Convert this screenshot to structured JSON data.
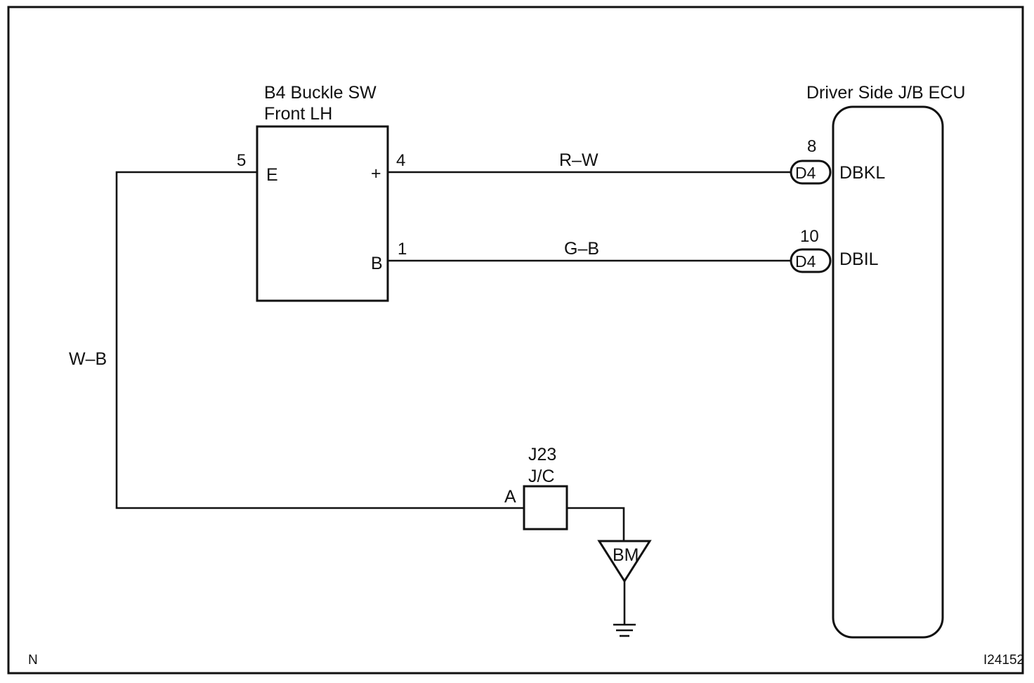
{
  "buckle_switch": {
    "title_line1": "B4 Buckle SW",
    "title_line2": "Front LH",
    "pin_e_number": "5",
    "pin_e_label": "E",
    "pin_plus_number": "4",
    "pin_plus_label": "+",
    "pin_b_number": "1",
    "pin_b_label": "B"
  },
  "ecu": {
    "title": "Driver Side J/B ECU",
    "terminal_1_number": "8",
    "terminal_1_connector": "D4",
    "terminal_1_name": "DBKL",
    "terminal_2_number": "10",
    "terminal_2_connector": "D4",
    "terminal_2_name": "DBIL"
  },
  "wires": {
    "upper": "R–W",
    "lower": "G–B",
    "ground": "W–B"
  },
  "junction": {
    "name_line1": "J23",
    "name_line2": "J/C",
    "pin": "A"
  },
  "ground_point": {
    "label": "BM"
  },
  "footer": {
    "left_code": "N",
    "right_code": "I24152"
  }
}
